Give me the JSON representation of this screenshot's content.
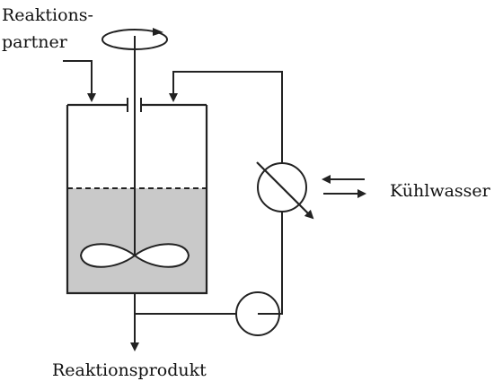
{
  "labels": {
    "reactants_line1": "Reaktions-",
    "reactants_line2": "partner",
    "coolant": "Kühlwasser",
    "product": "Reaktionsprodukt"
  },
  "colors": {
    "liquid": "#c9c9c9",
    "stroke": "#222222"
  },
  "icons": [
    "rotation-arrow-icon",
    "impeller-icon",
    "heat-exchanger-icon",
    "pump-icon"
  ]
}
